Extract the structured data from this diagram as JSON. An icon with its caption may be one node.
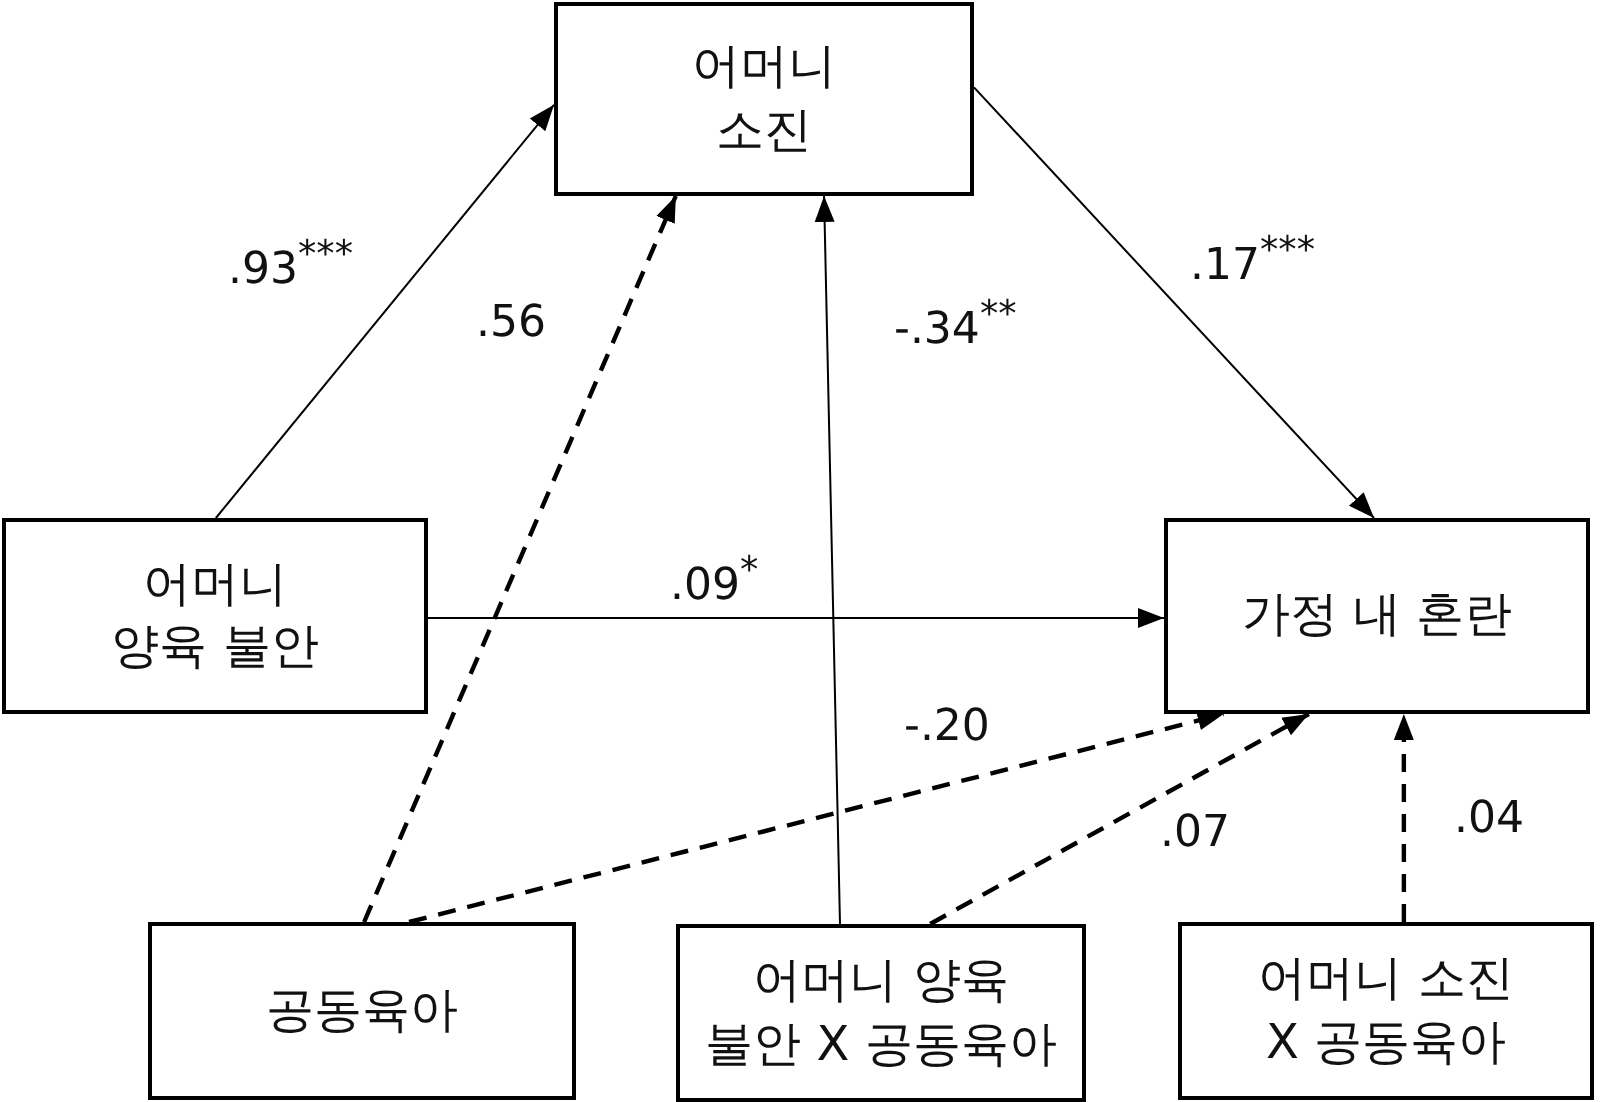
{
  "diagram": {
    "nodes": [
      {
        "text": [
          "어머니 소진"
        ]
      },
      {
        "text": [
          "어머니 양육 불안"
        ]
      },
      {
        "text": [
          "가정 내 혼란"
        ]
      },
      {
        "text": [
          "공동육아"
        ]
      },
      {
        "text": [
          "어머니 양육 불안 X 공동육아"
        ]
      },
      {
        "text": [
          "어머니 소진 X 공동육아"
        ]
      }
    ],
    "edges": [
      {
        "from": 1,
        "to": 0,
        "arrow": "to",
        "label": ".93$^{***}$"
      },
      {
        "from": 3,
        "to": 0,
        "arrow": "to",
        "label": ".56",
        "style": "dashed"
      },
      {
        "from": 4,
        "to": 0,
        "arrow": "to",
        "label": "-.34$^{**}$"
      },
      {
        "from": 0,
        "to": 2,
        "arrow": "to",
        "label": ".17$^{***}$"
      },
      {
        "from": 1,
        "to": 2,
        "arrow": "to",
        "label": ".09$^{*}$"
      },
      {
        "from": 3,
        "to": 2,
        "arrow": "to",
        "label": "-.20",
        "style": "dashed"
      },
      {
        "from": 4,
        "to": 2,
        "arrow": "to",
        "label": ".07",
        "style": "dashed"
      },
      {
        "from": 5,
        "to": 2,
        "arrow": "to",
        "label": ".04",
        "style": "dashed"
      }
    ]
  }
}
